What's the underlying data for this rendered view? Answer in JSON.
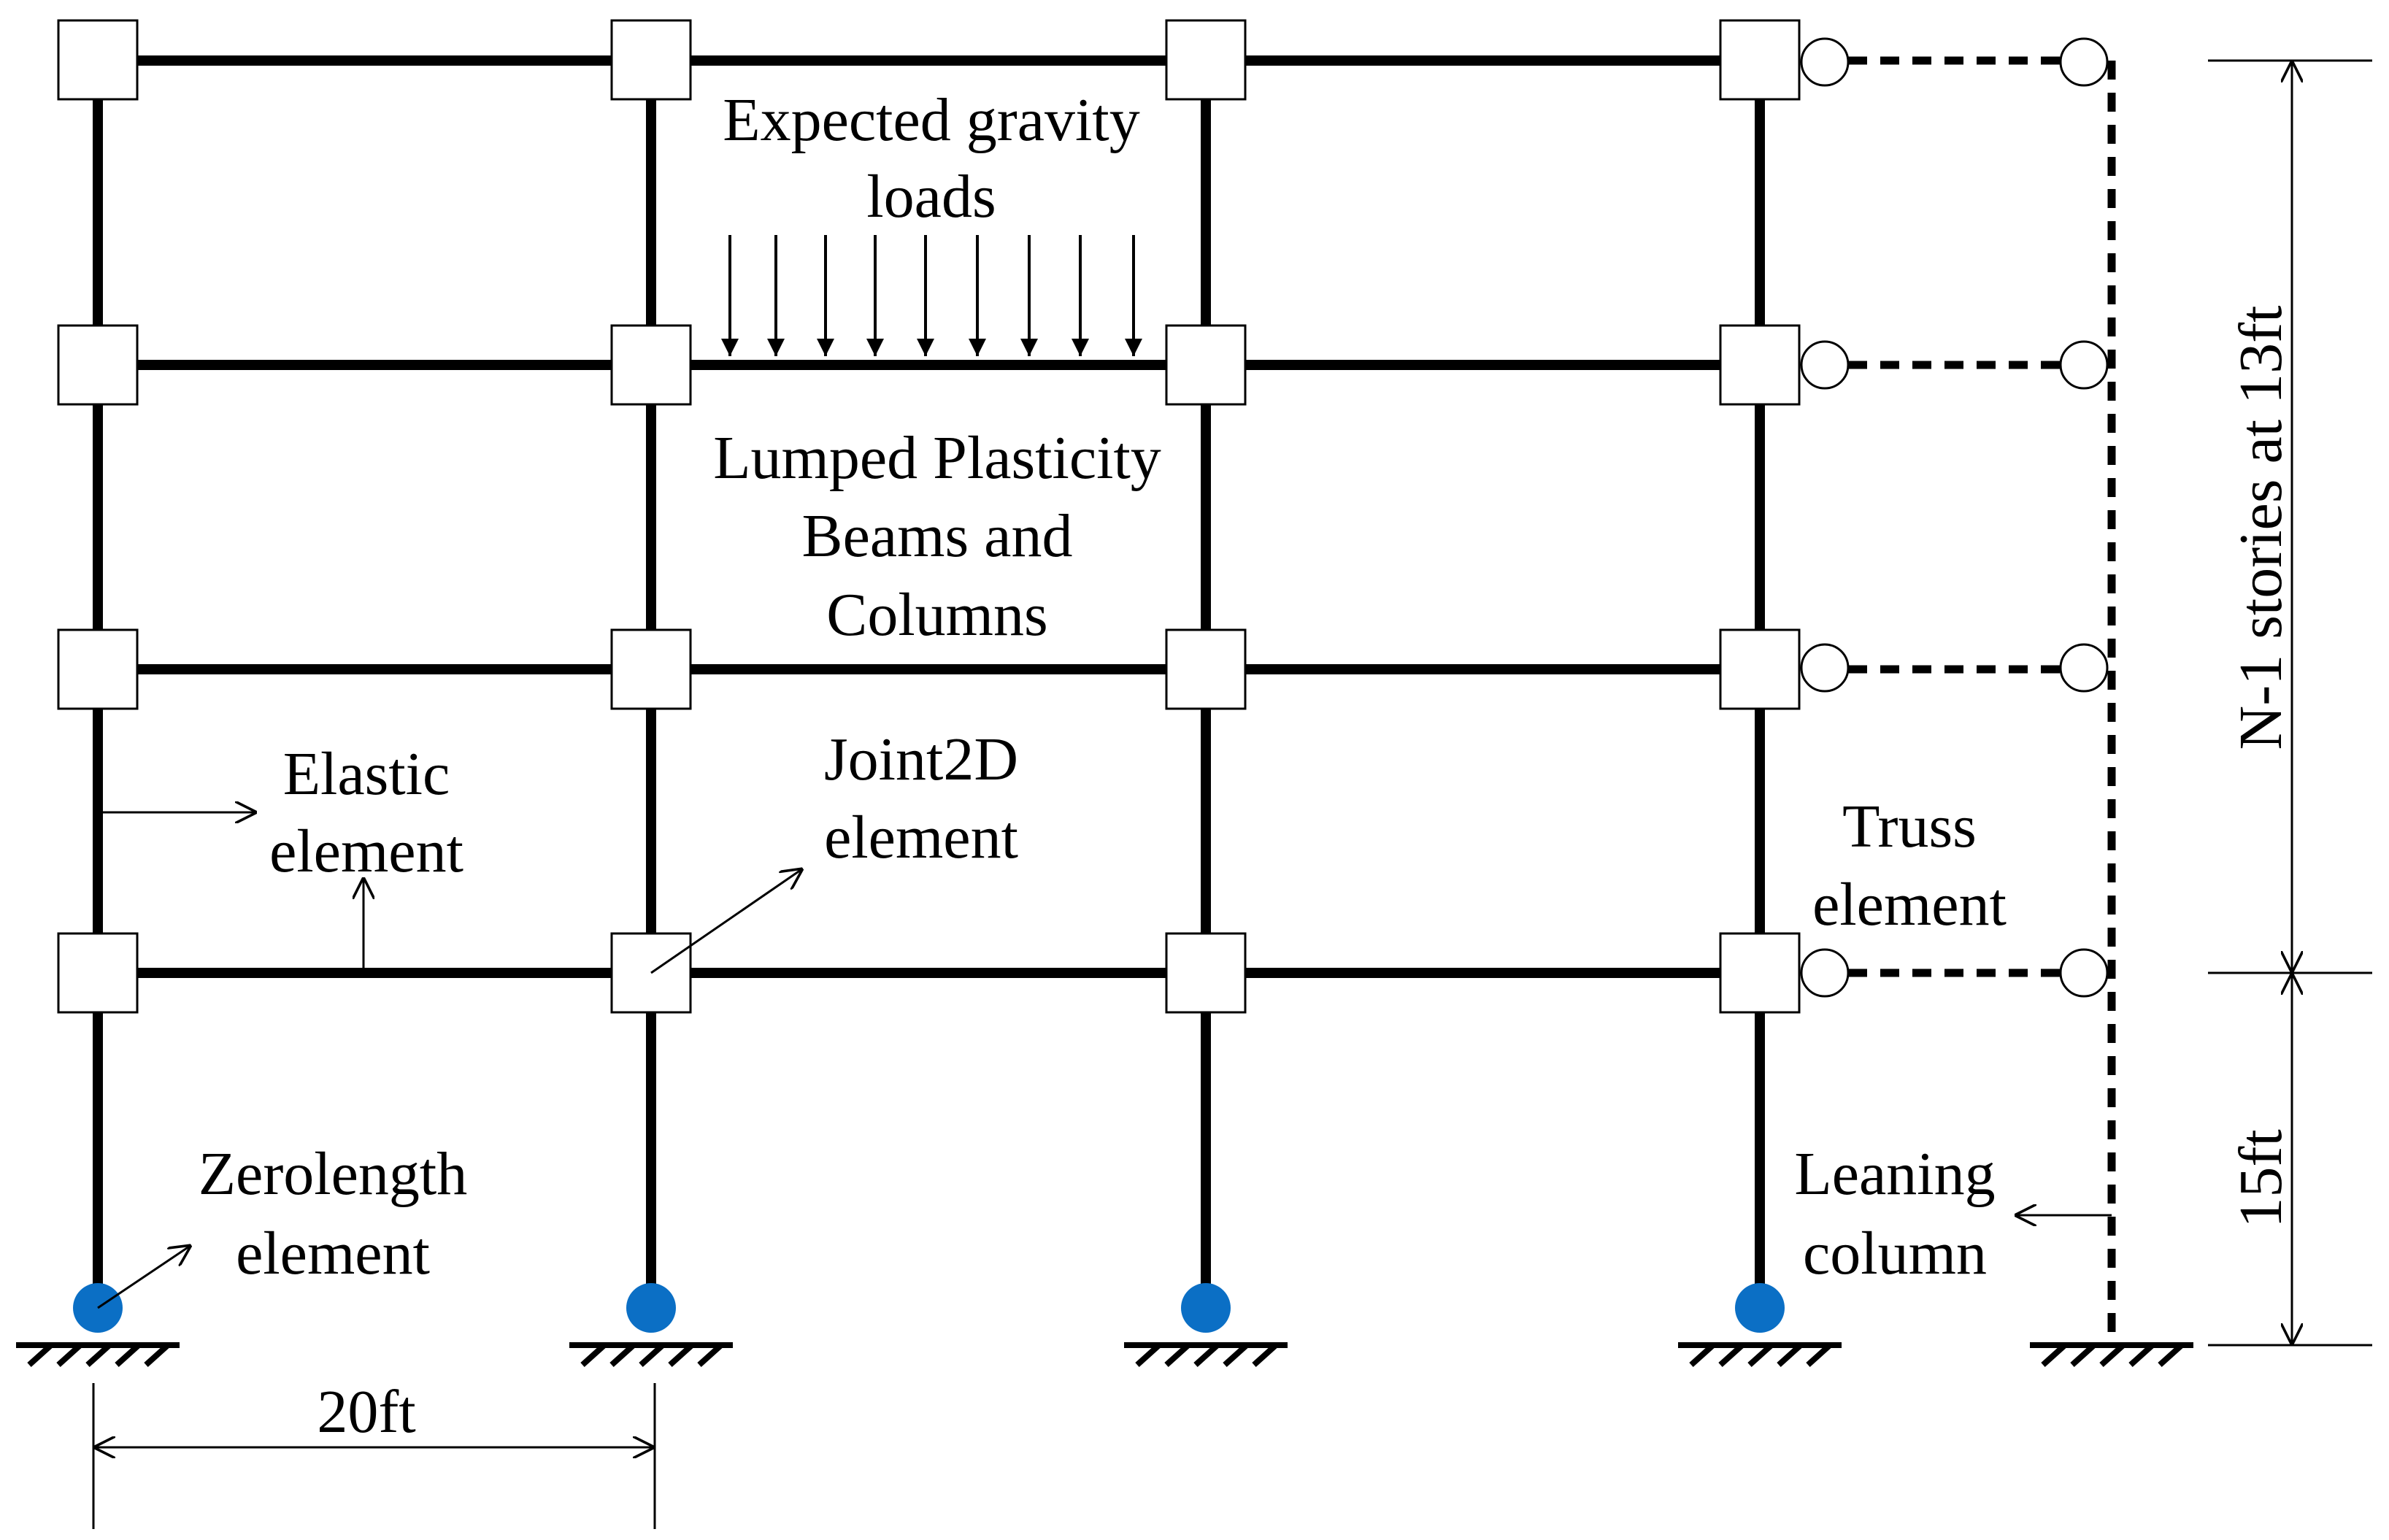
{
  "labels": {
    "gravity_1": "Expected gravity",
    "gravity_2": "loads",
    "plasticity_1": "Lumped Plasticity",
    "plasticity_2": "Beams and",
    "plasticity_3": "Columns",
    "elastic_1": "Elastic",
    "elastic_2": "element",
    "joint_1": "Joint2D",
    "joint_2": "element",
    "truss_1": "Truss",
    "truss_2": "element",
    "zerolength_1": "Zerolength",
    "zerolength_2": "element",
    "leaning_1": "Leaning",
    "leaning_2": "column",
    "bay_width": "20ft",
    "upper_stories": "N-1 stories at 13ft",
    "first_story": "15ft"
  },
  "colors": {
    "line": "#000000",
    "support_node": "#0b6fc5",
    "joint_fill": "#ffffff"
  }
}
